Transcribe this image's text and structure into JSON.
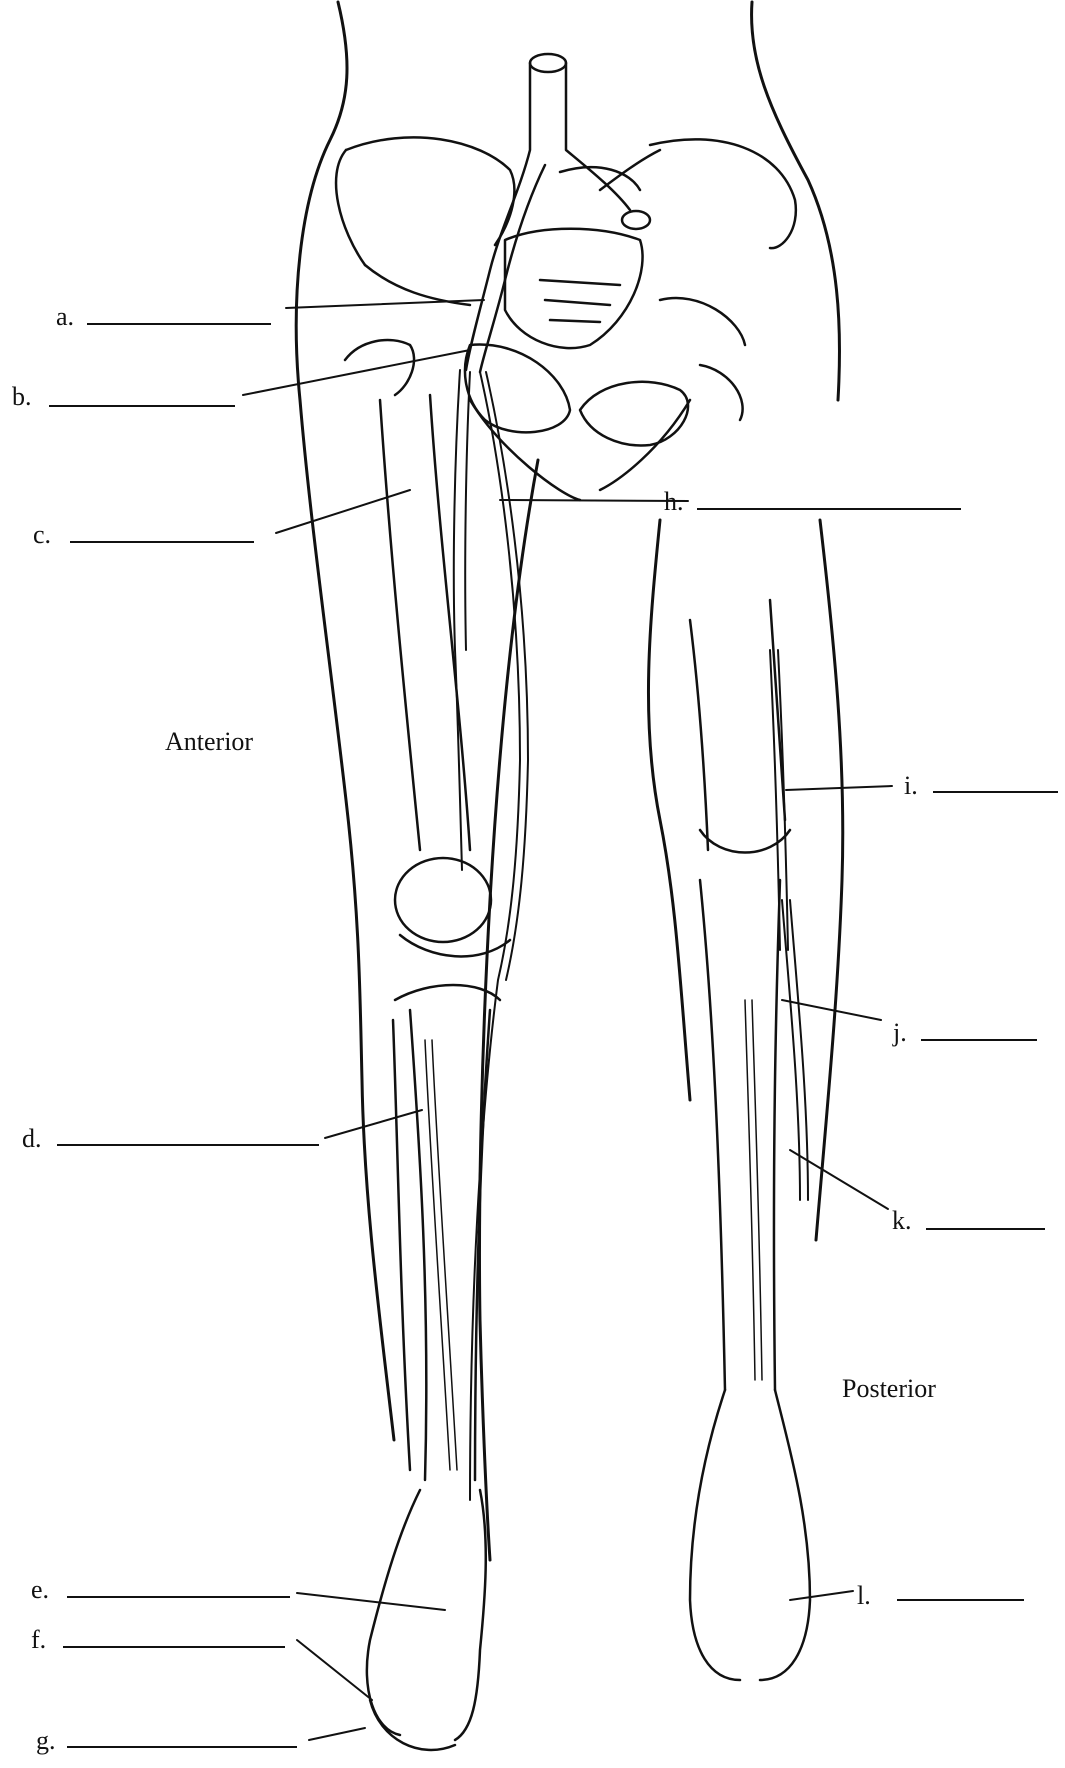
{
  "figure": {
    "views": {
      "anterior": "Anterior",
      "posterior": "Posterior"
    },
    "labels": [
      {
        "id": "a",
        "text": "a."
      },
      {
        "id": "b",
        "text": "b."
      },
      {
        "id": "c",
        "text": "c."
      },
      {
        "id": "d",
        "text": "d."
      },
      {
        "id": "e",
        "text": "e."
      },
      {
        "id": "f",
        "text": "f."
      },
      {
        "id": "g",
        "text": "g."
      },
      {
        "id": "h",
        "text": "h."
      },
      {
        "id": "i",
        "text": "i."
      },
      {
        "id": "j",
        "text": "j."
      },
      {
        "id": "k",
        "text": "k."
      },
      {
        "id": "l",
        "text": "l."
      }
    ]
  }
}
